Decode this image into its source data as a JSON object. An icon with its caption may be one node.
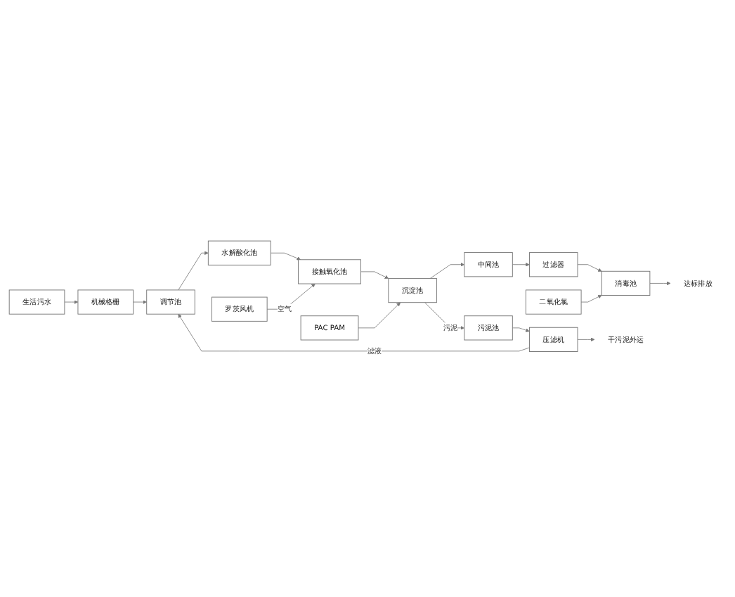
{
  "diagram": {
    "nodes": [
      {
        "text": [
          "生活污水"
        ]
      },
      {
        "text": [
          "机械格栅"
        ]
      },
      {
        "text": [
          "调节池"
        ]
      },
      {
        "text": [
          "水解酸化池"
        ]
      },
      {
        "text": [
          "罗茨风机"
        ]
      },
      {
        "text": [
          "接触氧化池"
        ]
      },
      {
        "text": [
          "PAC PAM"
        ]
      },
      {
        "text": [
          "沉淀池"
        ]
      },
      {
        "text": [
          "中间池"
        ]
      },
      {
        "text": [
          "过滤器"
        ]
      },
      {
        "text": [
          "二氧化氯"
        ]
      },
      {
        "text": [
          "消毒池"
        ]
      },
      {
        "text": [
          "达标排放"
        ]
      },
      {
        "text": [
          "污泥池"
        ]
      },
      {
        "text": [
          "压滤机"
        ]
      },
      {
        "text": [
          "干污泥外运"
        ]
      }
    ],
    "edges": [
      {
        "from": 0,
        "to": 1,
        "arrow": "to"
      },
      {
        "from": 1,
        "to": 2,
        "arrow": "to"
      },
      {
        "from": 2,
        "to": 3,
        "arrow": "to"
      },
      {
        "from": 3,
        "to": 5,
        "arrow": "to"
      },
      {
        "from": 4,
        "to": 5,
        "arrow": "to",
        "label": "空气"
      },
      {
        "from": 5,
        "to": 7,
        "arrow": "to"
      },
      {
        "from": 6,
        "to": 7,
        "arrow": "to"
      },
      {
        "from": 7,
        "to": 8,
        "arrow": "to"
      },
      {
        "from": 8,
        "to": 9,
        "arrow": "to"
      },
      {
        "from": 9,
        "to": 11,
        "arrow": "to"
      },
      {
        "from": 10,
        "to": 11,
        "arrow": "to"
      },
      {
        "from": 11,
        "to": 12,
        "arrow": "to"
      },
      {
        "from": 7,
        "to": 13,
        "arrow": "to",
        "label": "污泥"
      },
      {
        "from": 13,
        "to": 14,
        "arrow": "to"
      },
      {
        "from": 14,
        "to": 2,
        "arrow": "to",
        "label": "滤液"
      },
      {
        "from": 14,
        "to": 15,
        "arrow": "to"
      }
    ]
  }
}
